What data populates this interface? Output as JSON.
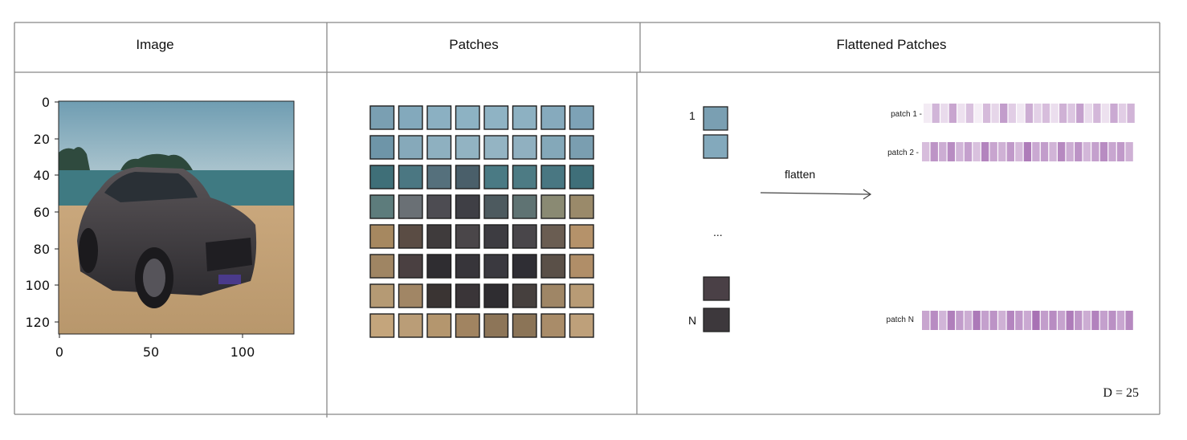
{
  "headers": {
    "image": "Image",
    "patches": "Patches",
    "flattened": "Flattened Patches"
  },
  "image_panel": {
    "y_ticks": [
      "0",
      "20",
      "40",
      "60",
      "80",
      "100",
      "120"
    ],
    "x_ticks": [
      "0",
      "50",
      "100"
    ]
  },
  "patch_grid": {
    "rows": 8,
    "cols": 8,
    "colors": [
      [
        "#7a9fb2",
        "#83a9bc",
        "#8bb0c2",
        "#8db2c3",
        "#8fb3c4",
        "#8db1c2",
        "#86aabd",
        "#7da2b6"
      ],
      [
        "#6e95a8",
        "#86a9ba",
        "#8eb0c0",
        "#92b3c2",
        "#94b4c3",
        "#90b0c0",
        "#84a8b9",
        "#7a9eb0"
      ],
      [
        "#3f6f78",
        "#4b7782",
        "#55707c",
        "#4a5f6a",
        "#4a7a84",
        "#4d7b84",
        "#497782",
        "#3f6f79"
      ],
      [
        "#5d7c7c",
        "#6a7075",
        "#4d4c52",
        "#3f3f45",
        "#4d5a5f",
        "#5f7373",
        "#8a8a73",
        "#9a8a6a"
      ],
      [
        "#a68860",
        "#5a4c44",
        "#3f3b3c",
        "#4a4649",
        "#3d3c41",
        "#49464a",
        "#6a5d52",
        "#b5926a"
      ],
      [
        "#9f8563",
        "#4a4041",
        "#2f2d31",
        "#37353a",
        "#3a393f",
        "#2f2e34",
        "#5a5048",
        "#b08e68"
      ],
      [
        "#b59a74",
        "#a18665",
        "#3a3433",
        "#3a3538",
        "#2f2d31",
        "#46403e",
        "#9f8666",
        "#b89b75"
      ],
      [
        "#c4a57c",
        "#ba9d77",
        "#b4966e",
        "#a18461",
        "#8d7558",
        "#8b7457",
        "#a98c69",
        "#bea07a"
      ]
    ]
  },
  "flattened": {
    "label_first": "1",
    "label_last": "N",
    "ellipsis": "...",
    "flatten_label": "flatten",
    "rows": [
      {
        "name": "patch 1 -",
        "alphas": [
          0.12,
          0.45,
          0.22,
          0.55,
          0.18,
          0.38,
          0.1,
          0.42,
          0.25,
          0.6,
          0.3,
          0.15,
          0.5,
          0.28,
          0.4,
          0.2,
          0.48,
          0.35,
          0.58,
          0.22,
          0.44,
          0.18,
          0.52,
          0.3,
          0.46
        ]
      },
      {
        "name": "patch 2 -",
        "alphas": [
          0.4,
          0.65,
          0.5,
          0.7,
          0.45,
          0.58,
          0.38,
          0.75,
          0.55,
          0.48,
          0.62,
          0.42,
          0.8,
          0.52,
          0.6,
          0.46,
          0.72,
          0.5,
          0.66,
          0.44,
          0.58,
          0.7,
          0.54,
          0.62,
          0.48
        ]
      },
      {
        "name": "patch N",
        "alphas": [
          0.55,
          0.7,
          0.45,
          0.78,
          0.6,
          0.5,
          0.82,
          0.58,
          0.66,
          0.48,
          0.74,
          0.62,
          0.52,
          0.86,
          0.6,
          0.7,
          0.56,
          0.8,
          0.64,
          0.5,
          0.76,
          0.58,
          0.68,
          0.54,
          0.72
        ]
      }
    ],
    "dimension_label": "D = 25"
  },
  "colors": {
    "bar_purple": "#9a5ba8",
    "sky": "#8fb3c4",
    "sea": "#3f7a82",
    "sand": "#c9a77c",
    "car": "#403d42"
  }
}
